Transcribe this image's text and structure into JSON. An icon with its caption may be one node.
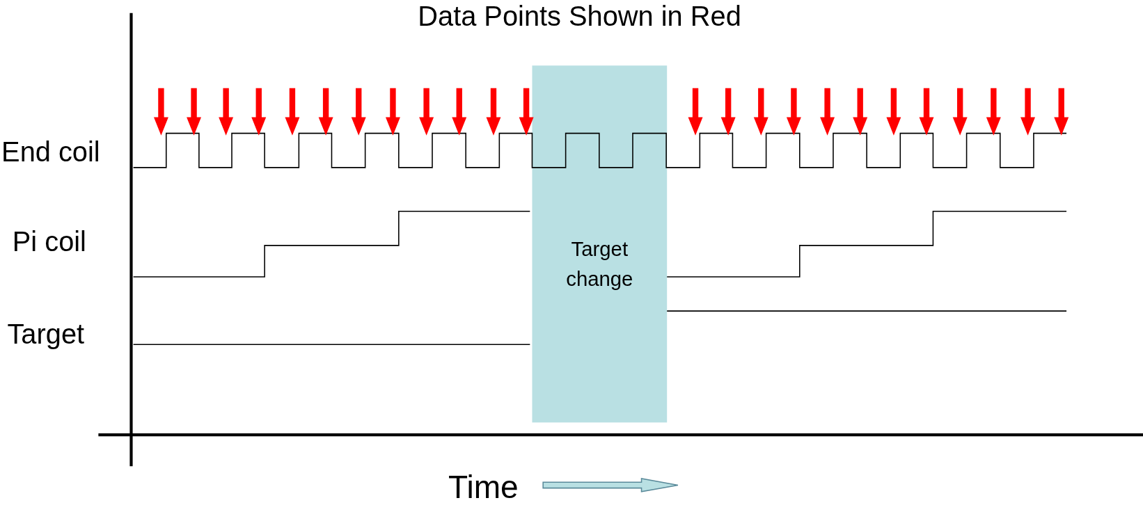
{
  "diagram": {
    "title": "Data Points Shown in Red",
    "nodes": [
      {
        "text": [
          "Target change"
        ]
      }
    ],
    "edges": [],
    "labels": [
      "End coil",
      "Pi coil",
      "Target",
      "Time"
    ]
  }
}
